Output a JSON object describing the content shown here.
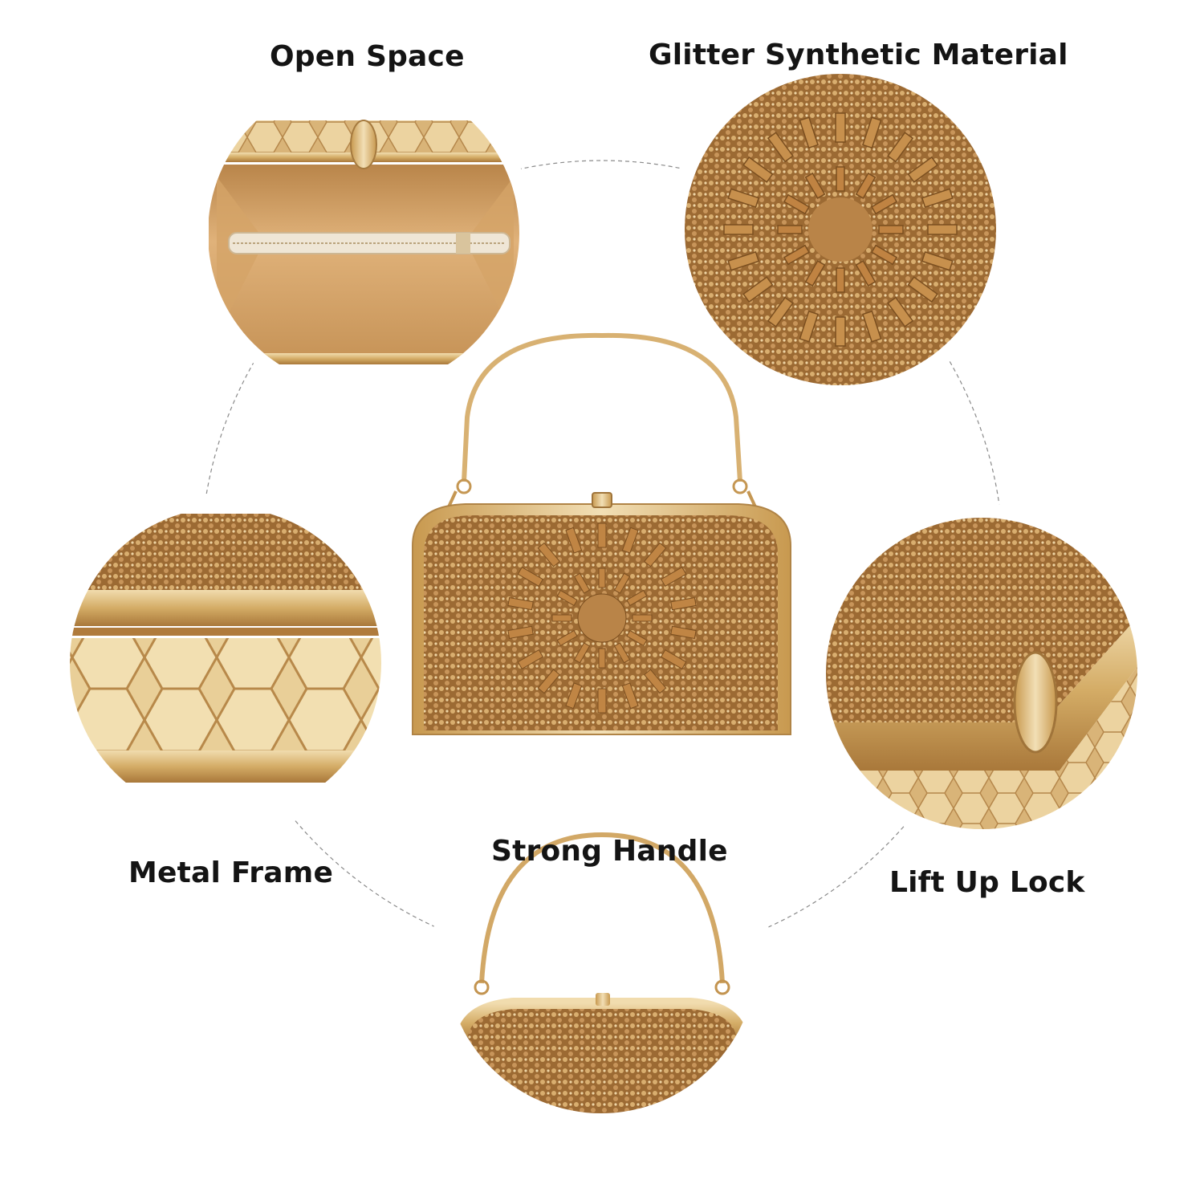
{
  "features": [
    {
      "label": "Open Space",
      "image": "open-clutch-interior-photo"
    },
    {
      "label": "Glitter Synthetic Material",
      "image": "beaded-rhinestone-circle-photo"
    },
    {
      "label": "Metal Frame",
      "image": "gold-hexagon-frame-photo"
    },
    {
      "label": "Lift Up Lock",
      "image": "clasp-lock-closeup-photo"
    },
    {
      "label": "Strong Handle",
      "image": "clutch-with-handle-photo"
    }
  ],
  "product": {
    "image": "gold-beaded-clutch-with-handle"
  },
  "colors": {
    "gold": "#c9a15a",
    "bronze": "#a8733a",
    "light_gold": "#e8cfa0",
    "text": "#141414",
    "dashed_line": "#8a8a8a"
  }
}
